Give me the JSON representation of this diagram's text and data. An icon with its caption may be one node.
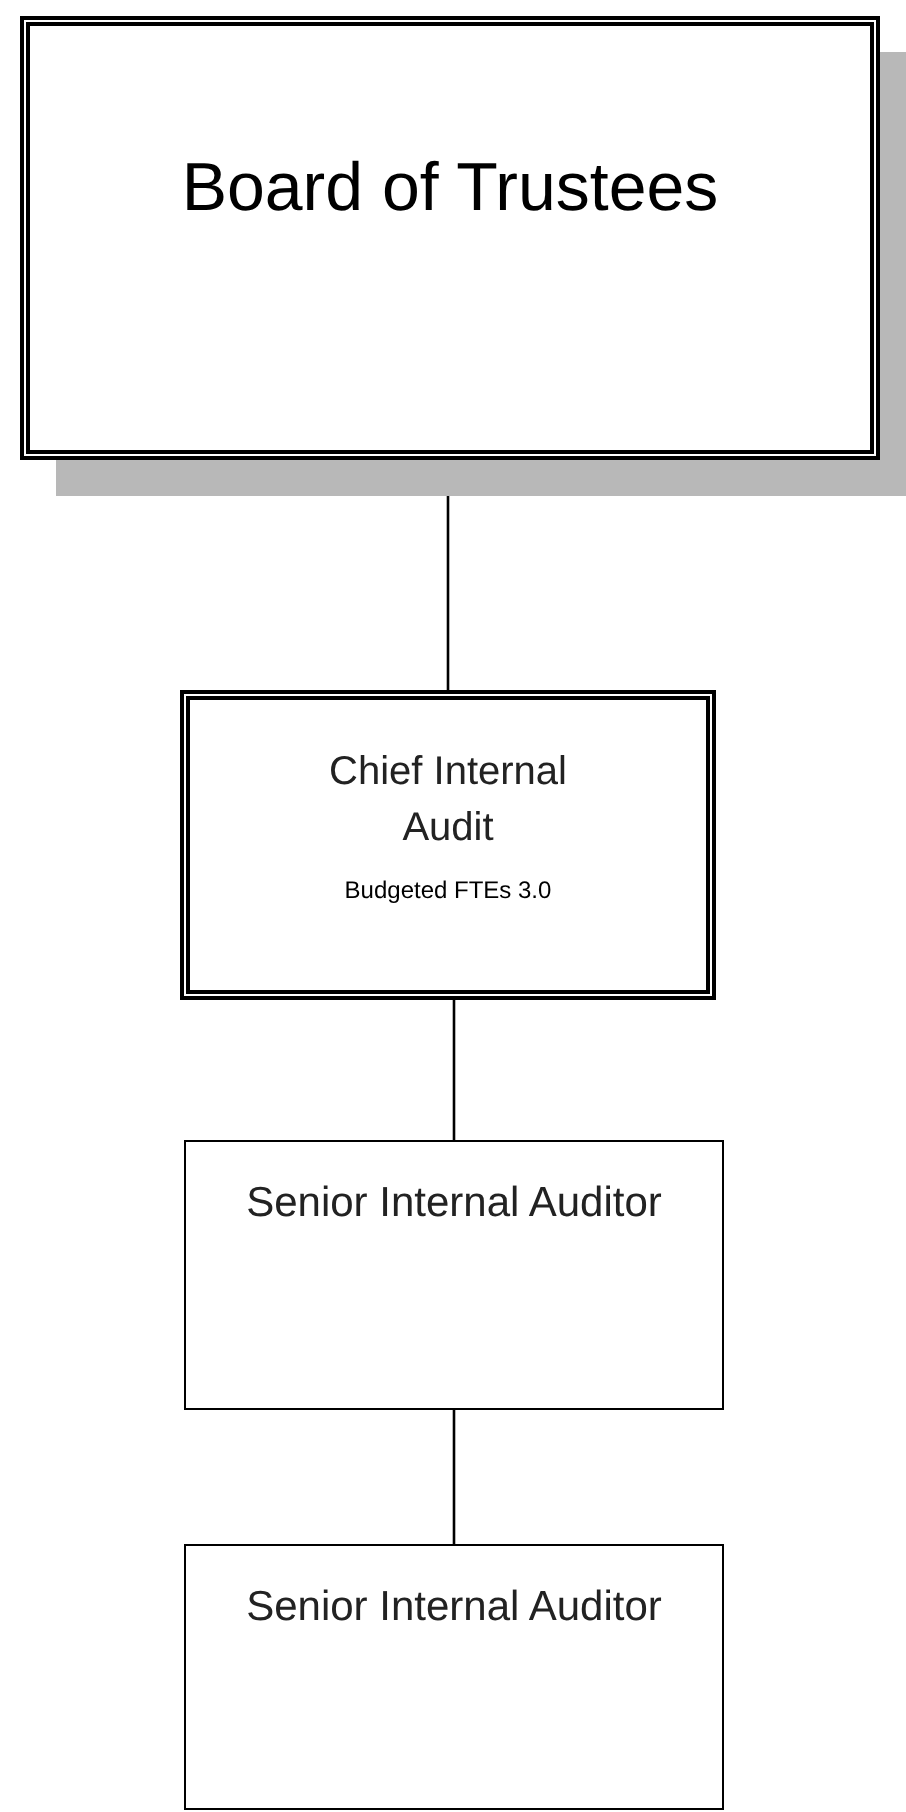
{
  "diagram": {
    "nodes": [
      {
        "text": [
          "Board of Trustees"
        ]
      },
      {
        "text": [
          "Chief Internal Audit",
          "Budgeted FTEs 3.0"
        ]
      },
      {
        "text": [
          "Senior Internal Auditor"
        ]
      },
      {
        "text": [
          "Senior Internal Auditor"
        ]
      }
    ],
    "edges": [
      {
        "from": 0,
        "to": 1,
        "arrow": "none"
      },
      {
        "from": 1,
        "to": 2,
        "arrow": "none"
      },
      {
        "from": 2,
        "to": 3,
        "arrow": "none"
      }
    ]
  }
}
